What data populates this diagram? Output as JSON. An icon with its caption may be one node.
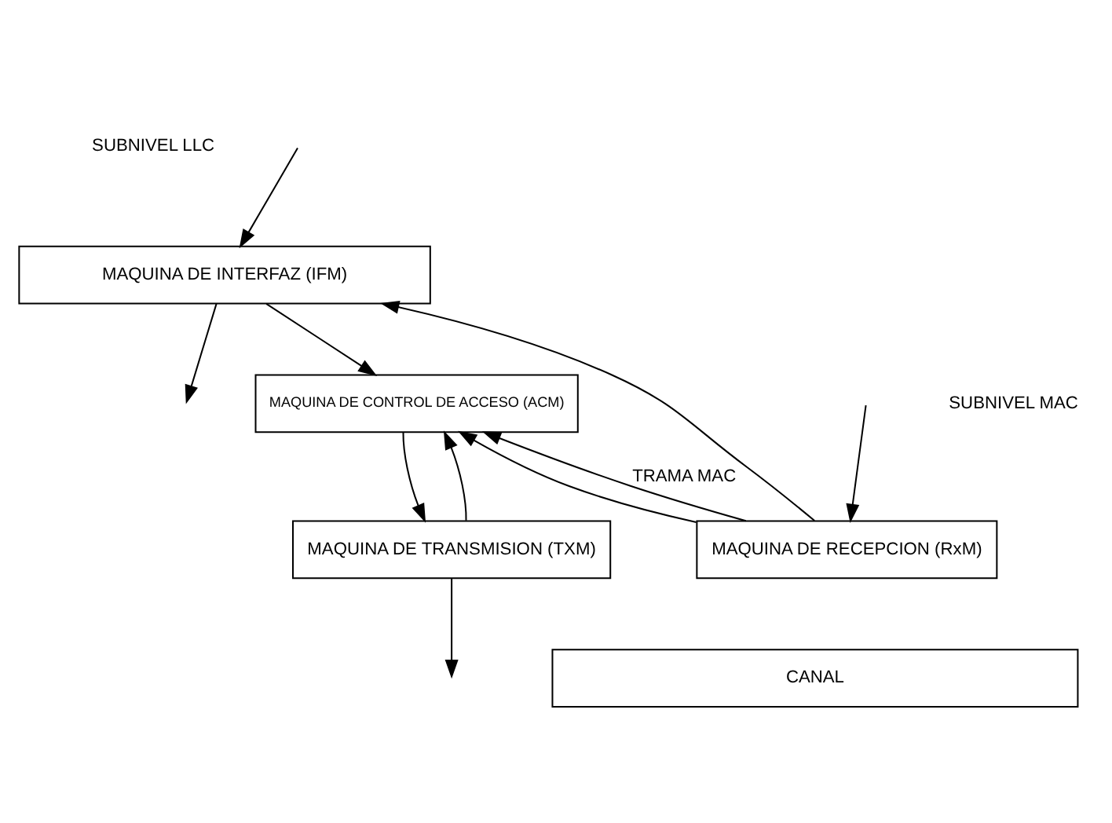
{
  "diagram": {
    "nodes": [
      {
        "text": [
          "MAQUINA DE INTERFAZ (IFM)"
        ]
      },
      {
        "text": [
          "MAQUINA DE CONTROL DE ACCESO (ACM)"
        ]
      },
      {
        "text": [
          "MAQUINA DE TRANSMISION (TXM)"
        ]
      },
      {
        "text": [
          "MAQUINA DE RECEPCION (RxM)"
        ]
      },
      {
        "text": [
          "CANAL"
        ]
      }
    ],
    "edges": [
      {
        "from": null,
        "to": 0,
        "arrow": "to"
      },
      {
        "from": 0,
        "to": null,
        "arrow": "to"
      },
      {
        "from": 0,
        "to": 1,
        "arrow": "to"
      },
      {
        "from": 3,
        "to": 0,
        "arrow": "to"
      },
      {
        "from": 3,
        "to": 1,
        "arrow": "to"
      },
      {
        "from": 3,
        "to": 1,
        "arrow": "to",
        "label": "TRAMA MAC"
      },
      {
        "from": 1,
        "to": 2,
        "arrow": "to"
      },
      {
        "from": 2,
        "to": 1,
        "arrow": "to"
      },
      {
        "from": 2,
        "to": null,
        "arrow": "to"
      },
      {
        "from": null,
        "to": 3,
        "arrow": "to"
      }
    ],
    "labels": [
      "SUBNIVEL LLC",
      "SUBNIVEL MAC"
    ]
  }
}
